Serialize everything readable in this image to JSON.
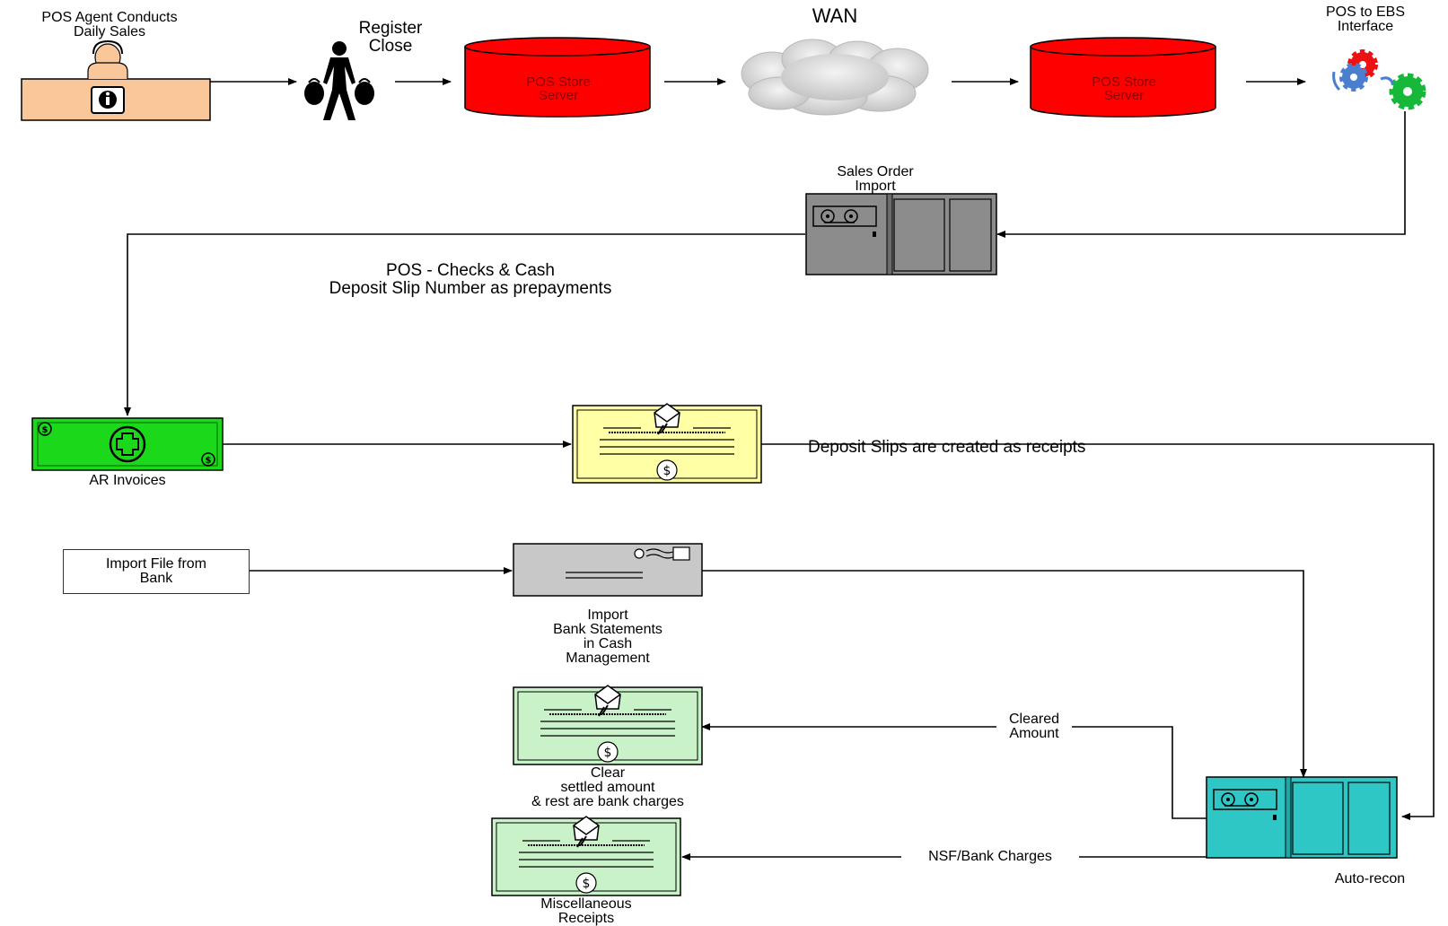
{
  "nodes": {
    "pos_agent": {
      "label": "POS Agent Conducts\nDaily Sales",
      "icon": "info-kiosk-icon"
    },
    "register_close": {
      "label": "Register\nClose",
      "icon": "person-carrying-bags-icon"
    },
    "store_server_1": {
      "label": "POS Store\nServer",
      "icon": "database-cylinder-icon"
    },
    "wan": {
      "label": "WAN",
      "icon": "cloud-icon"
    },
    "store_server_2": {
      "label": "POS Store\nServer",
      "icon": "database-cylinder-icon"
    },
    "interface": {
      "label": "POS to EBS\nInterface",
      "icon": "gears-icon"
    },
    "sales_order_import": {
      "label": "Sales Order\nImport",
      "icon": "mainframe-icon"
    },
    "ar_invoices": {
      "label": "AR Invoices",
      "icon": "money-bill-icon"
    },
    "deposit_receipt": {
      "label": "",
      "icon": "certificate-icon"
    },
    "import_file": {
      "label": "Import File from\nBank"
    },
    "import_statements": {
      "label": "Import\nBank Statements\nin Cash\nManagement",
      "icon": "envelope-icon"
    },
    "clear_settled": {
      "label": "Clear\nsettled amount\n& rest are bank charges",
      "icon": "certificate-icon"
    },
    "misc_receipts": {
      "label": "Miscellaneous\nReceipts",
      "icon": "certificate-icon"
    },
    "auto_recon": {
      "label": "Auto-recon",
      "icon": "mainframe-icon"
    }
  },
  "annotations": {
    "pos_checks": "POS - Checks & Cash\nDeposit Slip Number  as prepayments",
    "deposit_slips": "Deposit Slips are created as receipts"
  },
  "edges": {
    "cleared_amount": "Cleared\nAmount",
    "nsf_bank_charges": "NSF/Bank Charges"
  },
  "colors": {
    "server_red": "#ff0000",
    "kiosk_peach": "#f9c79a",
    "bill_green": "#1bd81b",
    "receipt_yellow": "#ffffa6",
    "receipt_green": "#c9f2c9",
    "envelope_gray": "#c8c8c8",
    "mainframe_gray": "#8c8c8c",
    "recon_teal": "#2fc6c6",
    "gear_red": "#ee1111",
    "gear_blue": "#4a7fd0",
    "gear_green": "#16b83a"
  }
}
